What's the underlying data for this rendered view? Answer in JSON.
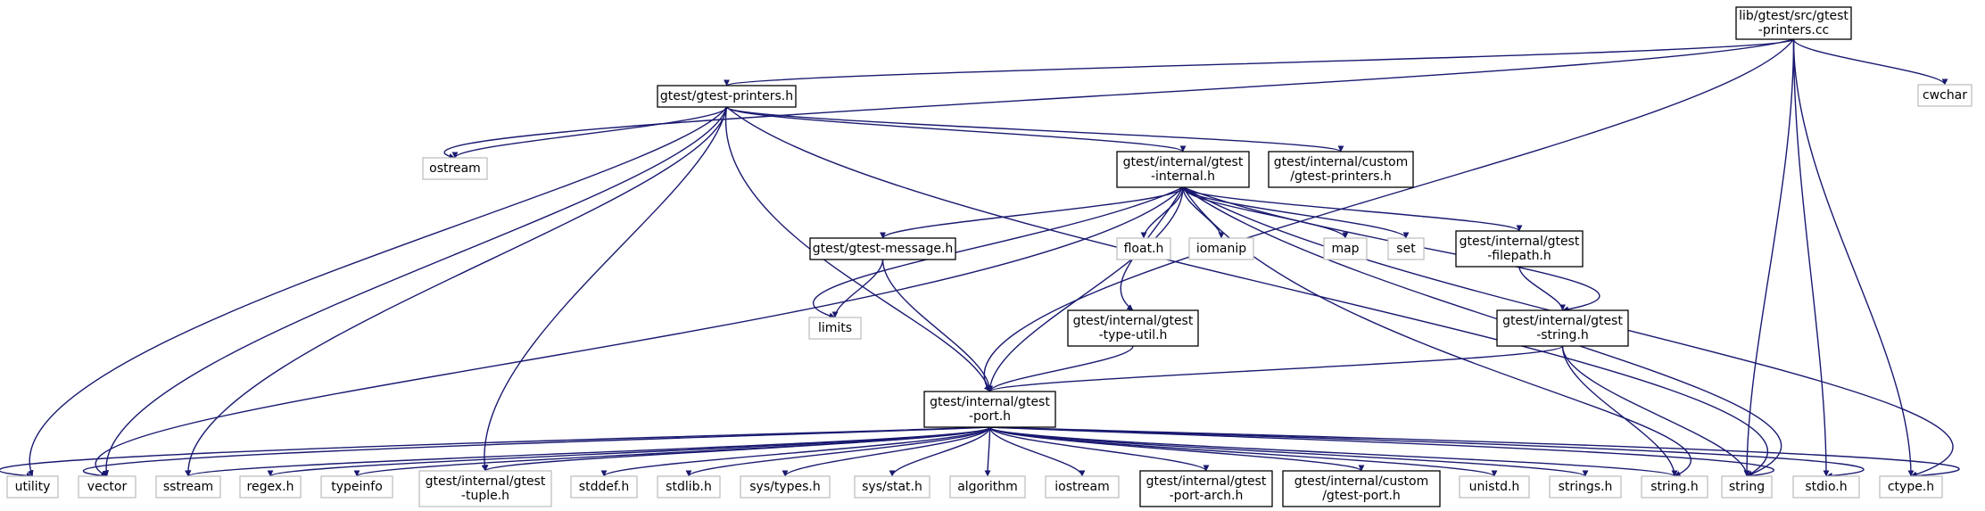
{
  "colors": {
    "edge": "#191970",
    "internal_border": "#000000",
    "external_border": "#bfbfbf",
    "root_fill": "#bfbfbf"
  },
  "nodes": [
    {
      "id": "root",
      "lines": [
        "lib/gtest/src/gtest",
        "-printers.cc"
      ],
      "kind": "root"
    },
    {
      "id": "cwchar",
      "lines": [
        "cwchar"
      ],
      "kind": "external"
    },
    {
      "id": "printers_h",
      "lines": [
        "gtest/gtest-printers.h"
      ],
      "kind": "internal"
    },
    {
      "id": "ostream",
      "lines": [
        "ostream"
      ],
      "kind": "external"
    },
    {
      "id": "internal_h",
      "lines": [
        "gtest/internal/gtest",
        "-internal.h"
      ],
      "kind": "internal"
    },
    {
      "id": "custom_printers",
      "lines": [
        "gtest/internal/custom",
        "/gtest-printers.h"
      ],
      "kind": "internal"
    },
    {
      "id": "message_h",
      "lines": [
        "gtest/gtest-message.h"
      ],
      "kind": "internal"
    },
    {
      "id": "float_h",
      "lines": [
        "float.h"
      ],
      "kind": "external"
    },
    {
      "id": "iomanip",
      "lines": [
        "iomanip"
      ],
      "kind": "external"
    },
    {
      "id": "map",
      "lines": [
        "map"
      ],
      "kind": "external"
    },
    {
      "id": "set",
      "lines": [
        "set"
      ],
      "kind": "external"
    },
    {
      "id": "filepath_h",
      "lines": [
        "gtest/internal/gtest",
        "-filepath.h"
      ],
      "kind": "internal"
    },
    {
      "id": "limits",
      "lines": [
        "limits"
      ],
      "kind": "external"
    },
    {
      "id": "type_util",
      "lines": [
        "gtest/internal/gtest",
        "-type-util.h"
      ],
      "kind": "internal"
    },
    {
      "id": "string_h_int",
      "lines": [
        "gtest/internal/gtest",
        "-string.h"
      ],
      "kind": "internal"
    },
    {
      "id": "port_h",
      "lines": [
        "gtest/internal/gtest",
        "-port.h"
      ],
      "kind": "internal"
    },
    {
      "id": "utility",
      "lines": [
        "utility"
      ],
      "kind": "external"
    },
    {
      "id": "vector",
      "lines": [
        "vector"
      ],
      "kind": "external"
    },
    {
      "id": "sstream",
      "lines": [
        "sstream"
      ],
      "kind": "external"
    },
    {
      "id": "regex_h",
      "lines": [
        "regex.h"
      ],
      "kind": "external"
    },
    {
      "id": "typeinfo",
      "lines": [
        "typeinfo"
      ],
      "kind": "external"
    },
    {
      "id": "tuple_h",
      "lines": [
        "gtest/internal/gtest",
        "-tuple.h"
      ],
      "kind": "external"
    },
    {
      "id": "stddef_h",
      "lines": [
        "stddef.h"
      ],
      "kind": "external"
    },
    {
      "id": "stdlib_h",
      "lines": [
        "stdlib.h"
      ],
      "kind": "external"
    },
    {
      "id": "sys_types",
      "lines": [
        "sys/types.h"
      ],
      "kind": "external"
    },
    {
      "id": "sys_stat",
      "lines": [
        "sys/stat.h"
      ],
      "kind": "external"
    },
    {
      "id": "algorithm",
      "lines": [
        "algorithm"
      ],
      "kind": "external"
    },
    {
      "id": "iostream",
      "lines": [
        "iostream"
      ],
      "kind": "external"
    },
    {
      "id": "port_arch",
      "lines": [
        "gtest/internal/gtest",
        "-port-arch.h"
      ],
      "kind": "internal"
    },
    {
      "id": "custom_port",
      "lines": [
        "gtest/internal/custom",
        "/gtest-port.h"
      ],
      "kind": "internal"
    },
    {
      "id": "unistd_h",
      "lines": [
        "unistd.h"
      ],
      "kind": "external"
    },
    {
      "id": "strings_h",
      "lines": [
        "strings.h"
      ],
      "kind": "external"
    },
    {
      "id": "string_dot_h",
      "lines": [
        "string.h"
      ],
      "kind": "external"
    },
    {
      "id": "string",
      "lines": [
        "string"
      ],
      "kind": "external"
    },
    {
      "id": "stdio_h",
      "lines": [
        "stdio.h"
      ],
      "kind": "external"
    },
    {
      "id": "ctype_h",
      "lines": [
        "ctype.h"
      ],
      "kind": "external"
    }
  ],
  "edges": [
    [
      "root",
      "ostream"
    ],
    [
      "root",
      "printers_h"
    ],
    [
      "root",
      "port_h"
    ],
    [
      "root",
      "string"
    ],
    [
      "root",
      "stdio_h"
    ],
    [
      "root",
      "ctype_h"
    ],
    [
      "root",
      "cwchar"
    ],
    [
      "printers_h",
      "ostream"
    ],
    [
      "printers_h",
      "utility"
    ],
    [
      "printers_h",
      "vector"
    ],
    [
      "printers_h",
      "sstream"
    ],
    [
      "printers_h",
      "port_h"
    ],
    [
      "printers_h",
      "internal_h"
    ],
    [
      "printers_h",
      "custom_printers"
    ],
    [
      "printers_h",
      "string"
    ],
    [
      "printers_h",
      "tuple_h"
    ],
    [
      "internal_h",
      "port_h"
    ],
    [
      "internal_h",
      "message_h"
    ],
    [
      "internal_h",
      "limits"
    ],
    [
      "internal_h",
      "type_util"
    ],
    [
      "internal_h",
      "float_h"
    ],
    [
      "internal_h",
      "iomanip"
    ],
    [
      "internal_h",
      "map"
    ],
    [
      "internal_h",
      "set"
    ],
    [
      "internal_h",
      "filepath_h"
    ],
    [
      "internal_h",
      "string_h_int"
    ],
    [
      "internal_h",
      "string_dot_h"
    ],
    [
      "internal_h",
      "string"
    ],
    [
      "internal_h",
      "ctype_h"
    ],
    [
      "internal_h",
      "vector"
    ],
    [
      "message_h",
      "limits"
    ],
    [
      "message_h",
      "port_h"
    ],
    [
      "type_util",
      "port_h"
    ],
    [
      "filepath_h",
      "string_h_int"
    ],
    [
      "string_h_int",
      "port_h"
    ],
    [
      "string_h_int",
      "string_dot_h"
    ],
    [
      "string_h_int",
      "string"
    ],
    [
      "port_h",
      "utility"
    ],
    [
      "port_h",
      "vector"
    ],
    [
      "port_h",
      "sstream"
    ],
    [
      "port_h",
      "regex_h"
    ],
    [
      "port_h",
      "typeinfo"
    ],
    [
      "port_h",
      "tuple_h"
    ],
    [
      "port_h",
      "stddef_h"
    ],
    [
      "port_h",
      "stdlib_h"
    ],
    [
      "port_h",
      "sys_types"
    ],
    [
      "port_h",
      "sys_stat"
    ],
    [
      "port_h",
      "algorithm"
    ],
    [
      "port_h",
      "iostream"
    ],
    [
      "port_h",
      "port_arch"
    ],
    [
      "port_h",
      "custom_port"
    ],
    [
      "port_h",
      "unistd_h"
    ],
    [
      "port_h",
      "strings_h"
    ],
    [
      "port_h",
      "string_dot_h"
    ],
    [
      "port_h",
      "string"
    ],
    [
      "port_h",
      "stdio_h"
    ],
    [
      "port_h",
      "ctype_h"
    ]
  ]
}
